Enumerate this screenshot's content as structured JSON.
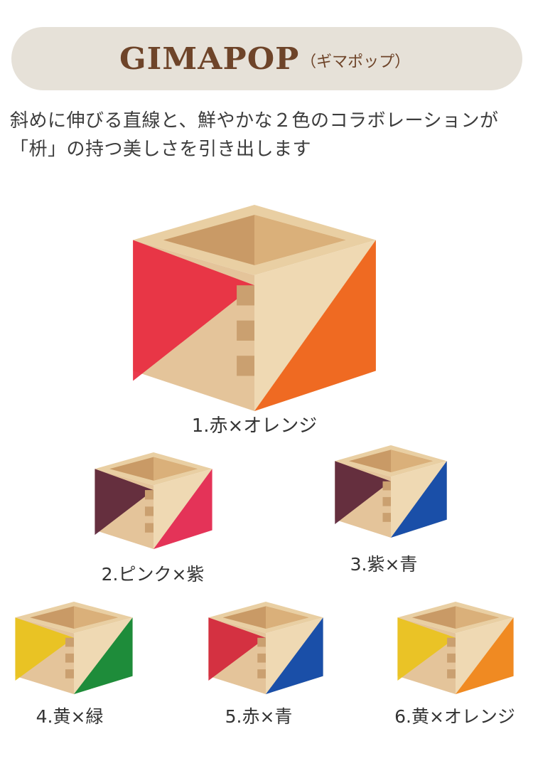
{
  "header": {
    "brand": "GIMAPOP",
    "brand_sub": "（ギマポップ）"
  },
  "intro": "斜めに伸びる直線と、鮮やかな２色のコラボレーションが「枡」の持つ美しさを引き出します",
  "products": [
    {
      "label": "1.赤×オレンジ",
      "left_color": "#e8293f",
      "right_color": "#ef6a22"
    },
    {
      "label": "2.ピンク×紫",
      "left_color": "#5a2236",
      "right_color": "#e43358"
    },
    {
      "label": "3.紫×青",
      "left_color": "#5a2236",
      "right_color": "#1a4fa8"
    },
    {
      "label": "4.黄×緑",
      "left_color": "#e9c21a",
      "right_color": "#1e8c3a"
    },
    {
      "label": "5.赤×青",
      "left_color": "#d2243a",
      "right_color": "#1a4fa8"
    },
    {
      "label": "6.黄×オレンジ",
      "left_color": "#eac21c",
      "right_color": "#f08a22"
    }
  ]
}
